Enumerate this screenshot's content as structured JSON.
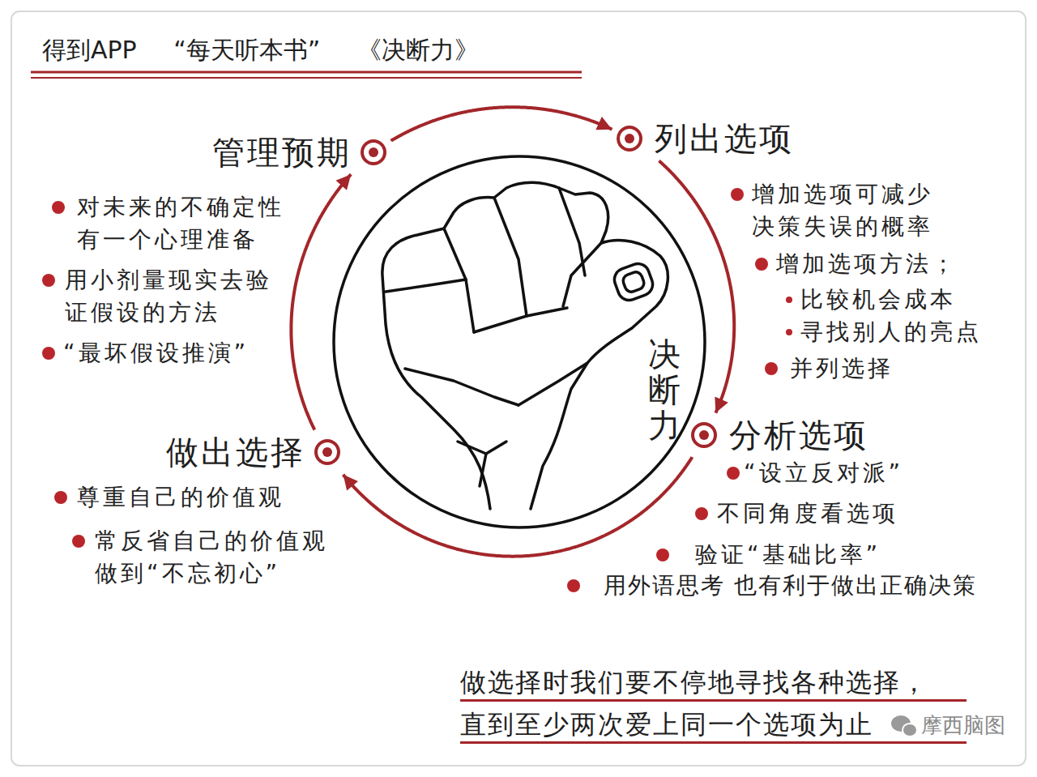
{
  "diagram": {
    "title": "得到APP “每天听本书” 《决断力》",
    "caption": "做选择时我们要不停地寻找各种选择， 直到至少两次爱上同一个选项为止",
    "nodes": [
      {
        "text": [
          "管理预期",
          "对未来的不确定性 有一个心理准备",
          "用小剂量现实去验 证假设的方法",
          "“最坏假设推演”"
        ]
      },
      {
        "text": [
          "列出选项",
          "增加选项可减少 决策失误的概率",
          "增加选项方法；",
          "比较机会成本",
          "寻找别人的亮点",
          "并列选择"
        ]
      },
      {
        "text": [
          "决断力"
        ]
      },
      {
        "text": [
          "分析选项",
          "“设立反对派”",
          "不同角度看选项",
          "验证“基础比率”",
          "用外语思考 也有利于做出正确决策"
        ]
      },
      {
        "text": [
          "做出选择",
          "尊重自己的价值观",
          "常反省自己的价值观 做到“不忘初心”"
        ]
      }
    ],
    "edges": [
      {
        "from": 0,
        "to": 1,
        "arrow": "to"
      },
      {
        "from": 1,
        "to": 3,
        "arrow": "to"
      },
      {
        "from": 3,
        "to": 4,
        "arrow": "to"
      },
      {
        "from": 4,
        "to": 0,
        "arrow": "to"
      }
    ],
    "labels": [
      "摩西脑图"
    ]
  }
}
